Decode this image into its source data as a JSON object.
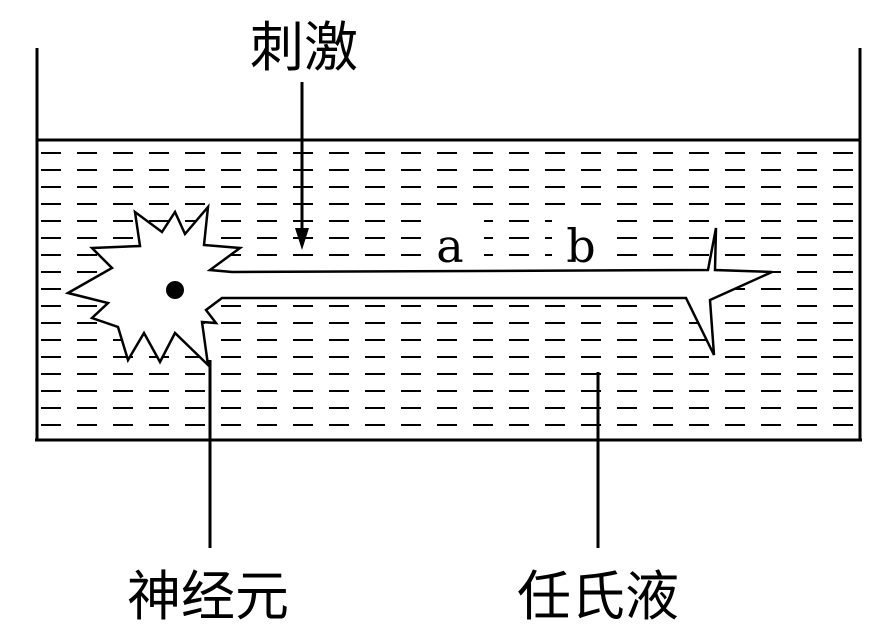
{
  "labels": {
    "stimulus": "刺激",
    "neuron": "神经元",
    "solution": "任氏液",
    "point_a": "a",
    "point_b": "b"
  },
  "colors": {
    "ink": "#000000",
    "background": "#ffffff"
  }
}
